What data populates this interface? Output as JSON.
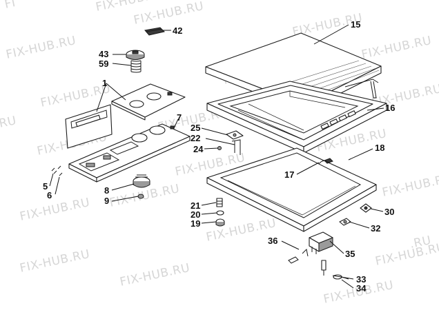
{
  "watermark": {
    "text": "FIX-HUB.RU",
    "fragments": [
      "FI",
      "RU",
      ".RU",
      "FIX-HUB.R"
    ]
  },
  "labels": [
    "1",
    "5",
    "6",
    "7",
    "8",
    "9",
    "15",
    "16",
    "17",
    "18",
    "19",
    "20",
    "21",
    "22",
    "24",
    "25",
    "30",
    "32",
    "33",
    "34",
    "35",
    "36",
    "42",
    "43",
    "59"
  ]
}
